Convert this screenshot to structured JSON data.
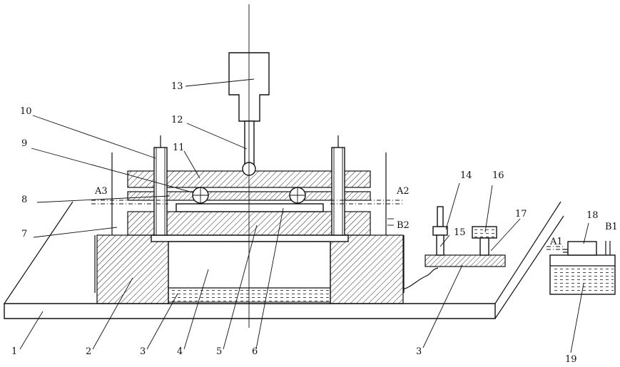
{
  "labels": {
    "n1": "1",
    "n2": "2",
    "n3a": "3",
    "n3b": "3",
    "n4": "4",
    "n5": "5",
    "n6": "6",
    "n7": "7",
    "n8": "8",
    "n9": "9",
    "n10": "10",
    "n11": "11",
    "n12": "12",
    "n13": "13",
    "n14": "14",
    "n15": "15",
    "n16": "16",
    "n17": "17",
    "n18": "18",
    "n19": "19",
    "a1": "A1",
    "a2": "A2",
    "a3": "A3",
    "b1": "B1",
    "b2": "B2"
  }
}
